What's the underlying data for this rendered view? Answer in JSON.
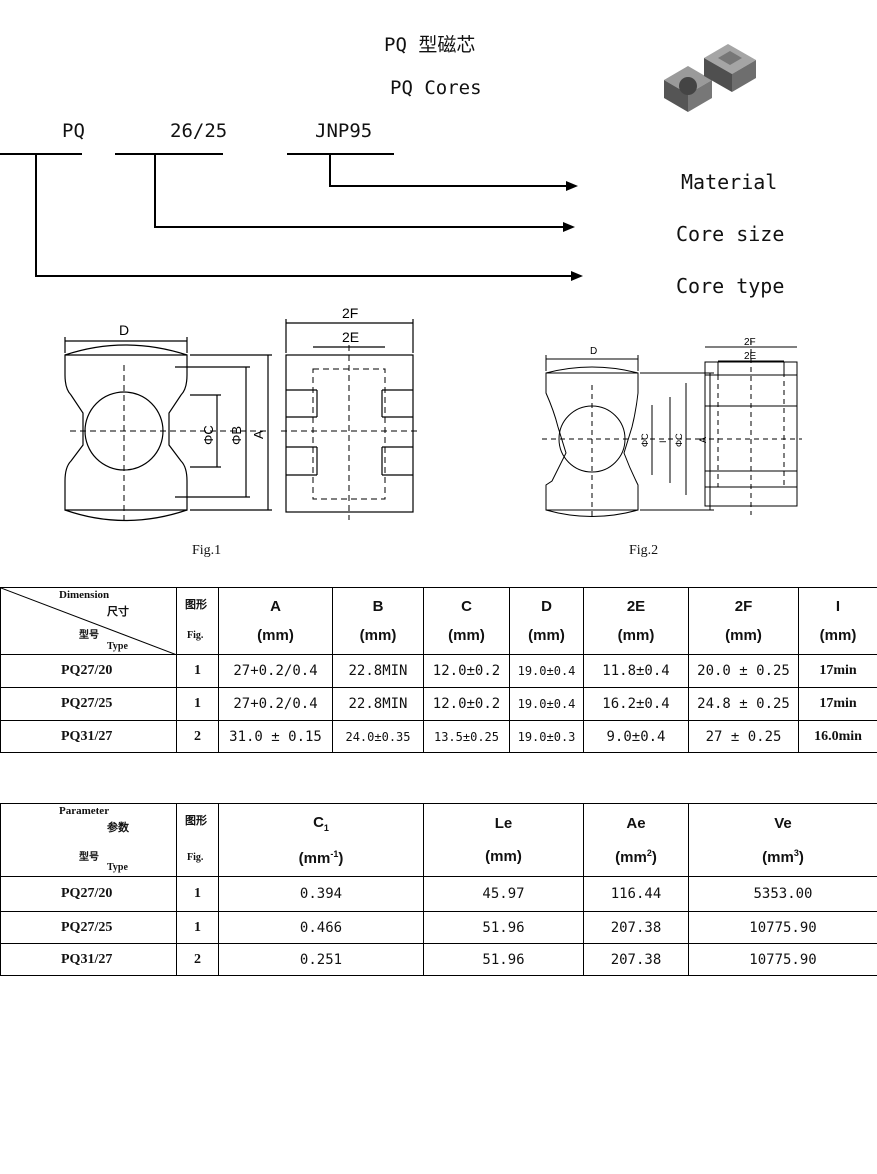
{
  "header": {
    "title_cn": "PQ 型磁芯",
    "title_en": "PQ Cores"
  },
  "designation": {
    "parts": [
      "PQ",
      "26/25",
      "JNP95"
    ],
    "legend": [
      "Material",
      "Core size",
      "Core type"
    ]
  },
  "figures": {
    "fig1": {
      "caption": "Fig.1",
      "labels": {
        "d": "D",
        "c": "ΦC",
        "b": "ΦB",
        "a": "A",
        "f2": "2F",
        "e2": "2E"
      }
    },
    "fig2": {
      "caption": "Fig.2",
      "labels": {
        "d": "D",
        "c": "ΦC",
        "i": "I",
        "b": "ΦC",
        "a": "A",
        "f2": "2F",
        "e2": "2E"
      }
    }
  },
  "dimension_table": {
    "corner": {
      "en_top": "Dimension",
      "cn_top": "尺寸",
      "cn_bottom": "型号",
      "en_bottom": "Type"
    },
    "fig_header": {
      "cn": "图形",
      "en": "Fig."
    },
    "columns": [
      {
        "name": "A",
        "unit": "(mm)"
      },
      {
        "name": "B",
        "unit": "(mm)"
      },
      {
        "name": "C",
        "unit": "(mm)"
      },
      {
        "name": "D",
        "unit": "(mm)"
      },
      {
        "name": "2E",
        "unit": "(mm)"
      },
      {
        "name": "2F",
        "unit": "(mm)"
      },
      {
        "name": "I",
        "unit": "(mm)"
      }
    ],
    "rows": [
      {
        "type": "PQ27/20",
        "fig": "1",
        "values": [
          "27+0.2/0.4",
          "22.8MIN",
          "12.0±0.2",
          "19.0±0.4",
          "11.8±0.4",
          "20.0 ± 0.25",
          "17min"
        ]
      },
      {
        "type": "PQ27/25",
        "fig": "1",
        "values": [
          "27+0.2/0.4",
          "22.8MIN",
          "12.0±0.2",
          "19.0±0.4",
          "16.2±0.4",
          "24.8 ± 0.25",
          "17min"
        ]
      },
      {
        "type": "PQ31/27",
        "fig": "2",
        "values": [
          "31.0 ± 0.15",
          "24.0±0.35",
          "13.5±0.25",
          "19.0±0.3",
          "9.0±0.4",
          "27 ± 0.25",
          "16.0min"
        ]
      }
    ]
  },
  "parameter_table": {
    "corner": {
      "en_top": "Parameter",
      "cn_top": "参数",
      "cn_bottom": "型号",
      "en_bottom": "Type"
    },
    "fig_header": {
      "cn": "图形",
      "en": "Fig."
    },
    "columns": [
      {
        "name": "C",
        "sub": "1",
        "unit": "(mm",
        "unit_sup": "-1",
        "unit_end": ")"
      },
      {
        "name": "Le",
        "sub": "",
        "unit": "(mm)",
        "unit_sup": "",
        "unit_end": ""
      },
      {
        "name": "Ae",
        "sub": "",
        "unit": "(mm",
        "unit_sup": "2",
        "unit_end": ")"
      },
      {
        "name": "Ve",
        "sub": "",
        "unit": "(mm",
        "unit_sup": "3",
        "unit_end": ")"
      }
    ],
    "rows": [
      {
        "type": "PQ27/20",
        "fig": "1",
        "values": [
          "0.394",
          "45.97",
          "116.44",
          "5353.00"
        ]
      },
      {
        "type": "PQ27/25",
        "fig": "1",
        "values": [
          "0.466",
          "51.96",
          "207.38",
          "10775.90"
        ]
      },
      {
        "type": "PQ31/27",
        "fig": "2",
        "values": [
          "0.251",
          "51.96",
          "207.38",
          "10775.90"
        ]
      }
    ]
  }
}
